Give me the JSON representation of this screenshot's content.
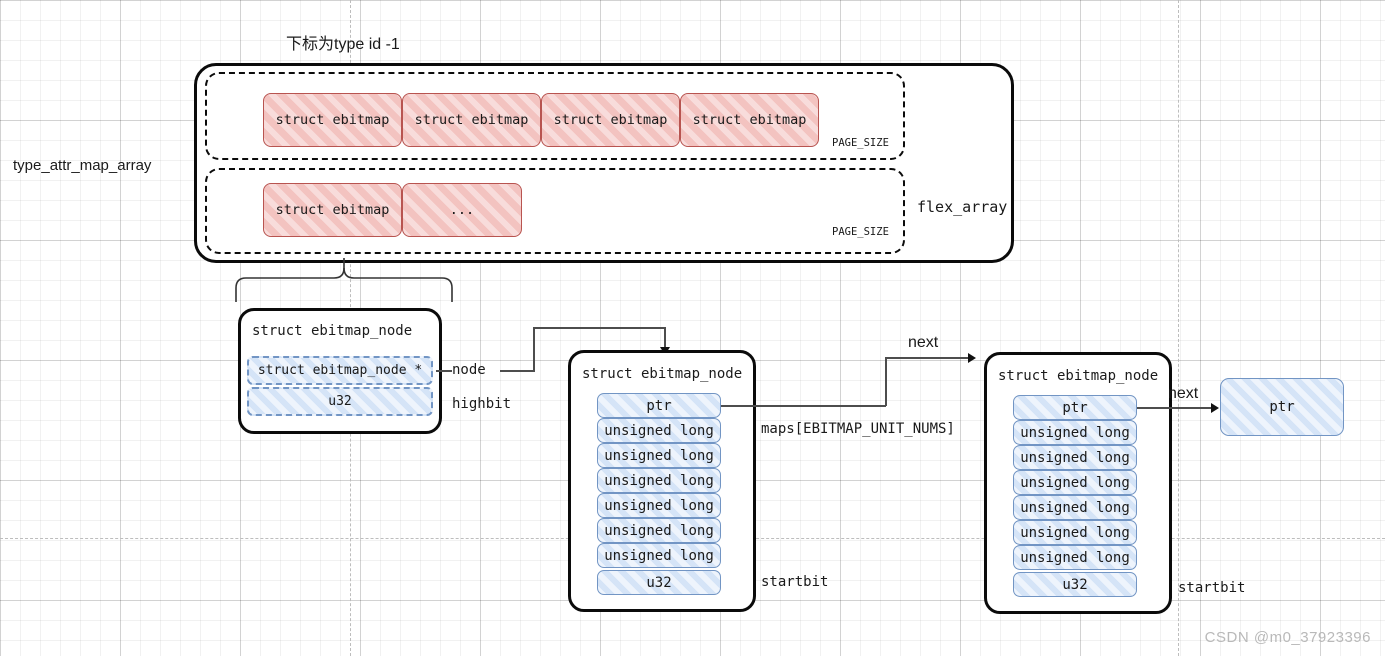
{
  "diagram": {
    "title_note": "下标为type id -1",
    "left_label": "type_attr_map_array",
    "watermark": "CSDN @m0_37923396",
    "flex_array_label": "flex_array",
    "page_size_label_1": "PAGE_SIZE",
    "page_size_label_2": "PAGE_SIZE",
    "array_row_1": [
      {
        "text": "struct ebitmap"
      },
      {
        "text": "struct ebitmap"
      },
      {
        "text": "struct ebitmap"
      },
      {
        "text": "struct ebitmap"
      }
    ],
    "array_row_2": [
      {
        "text": "struct ebitmap"
      },
      {
        "text": "..."
      }
    ],
    "node_left": {
      "title": "struct ebitmap_node",
      "fields": [
        {
          "text": "struct ebitmap_node *"
        },
        {
          "text": "u32"
        }
      ],
      "annotations": {
        "node": "node",
        "highbit": "highbit"
      }
    },
    "node_middle": {
      "title": "struct ebitmap_node",
      "fields": [
        {
          "text": "ptr"
        },
        {
          "text": "unsigned long"
        },
        {
          "text": "unsigned long"
        },
        {
          "text": "unsigned long"
        },
        {
          "text": "unsigned long"
        },
        {
          "text": "unsigned long"
        },
        {
          "text": "unsigned long"
        },
        {
          "text": "u32"
        }
      ],
      "annotations": {
        "maps": "maps[EBITMAP_UNIT_NUMS]",
        "startbit": "startbit",
        "next": "next"
      }
    },
    "node_right": {
      "title": "struct ebitmap_node",
      "fields": [
        {
          "text": "ptr"
        },
        {
          "text": "unsigned long"
        },
        {
          "text": "unsigned long"
        },
        {
          "text": "unsigned long"
        },
        {
          "text": "unsigned long"
        },
        {
          "text": "unsigned long"
        },
        {
          "text": "unsigned long"
        },
        {
          "text": "u32"
        }
      ],
      "annotations": {
        "startbit": "startbit",
        "next": "next"
      }
    },
    "node_tail": {
      "text": "ptr"
    },
    "colors": {
      "red_border": "#b85450",
      "red_fill": "#f8dcdb",
      "blue_border": "#7295c4",
      "blue_fill": "#eef4fc",
      "outline": "#0b0b0b",
      "connector": "#4d4d4d",
      "watermark": "#b9b9b9"
    }
  }
}
